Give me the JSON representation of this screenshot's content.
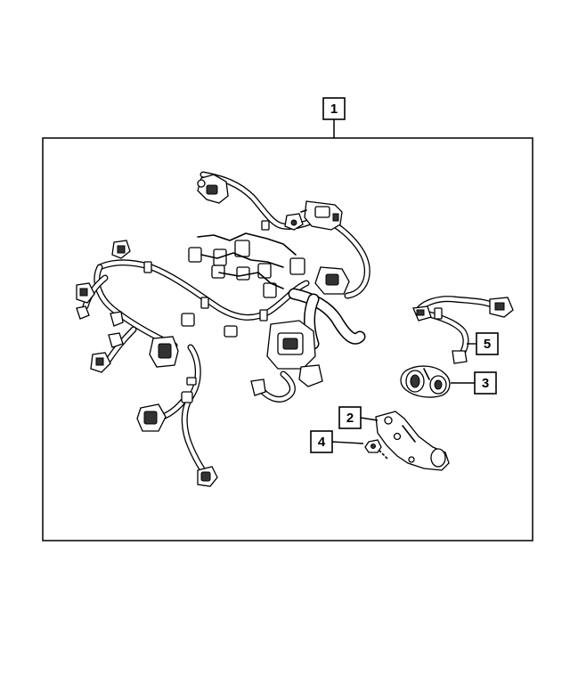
{
  "callouts": [
    {
      "number": "1",
      "part": "wiring-harness"
    },
    {
      "number": "2",
      "part": "bracket"
    },
    {
      "number": "3",
      "part": "connector-housing"
    },
    {
      "number": "4",
      "part": "bolt"
    },
    {
      "number": "5",
      "part": "jumper-harness"
    }
  ]
}
